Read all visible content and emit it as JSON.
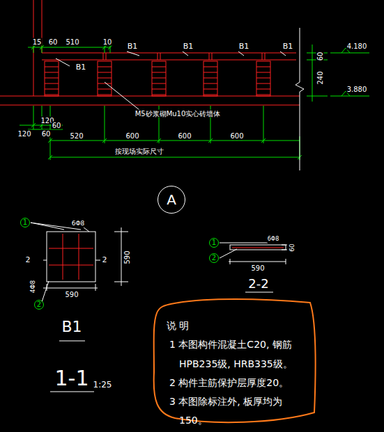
{
  "diagram": {
    "nodes": [
      {
        "text": [
          "A"
        ]
      },
      {
        "text": [
          "1"
        ]
      },
      {
        "text": [
          "2"
        ]
      },
      {
        "text": [
          "1"
        ]
      },
      {
        "text": [
          "2"
        ]
      },
      {
        "text": [
          "说  明",
          "1 本图构件混凝土C20, 钢筋HPB235级, HRB335级。",
          "2 构件主筋保护层厚度20。",
          "3 本图除标注外, 板厚均为150。"
        ]
      }
    ],
    "edges": [],
    "labels": [
      "15",
      "60",
      "510",
      "10",
      "B1",
      "B1",
      "B1",
      "B1",
      "B1",
      "M5砂浆砌Mu10实心砖墙体",
      "120",
      "120",
      "60",
      "60",
      "520",
      "600",
      "600",
      "600",
      "按现场实际尺寸",
      "60",
      "240",
      "4.180",
      "3.880",
      "6Φ8",
      "2",
      "2",
      "4Φ8",
      "590",
      "590",
      "B1",
      "1-1",
      "1:25",
      "6Φ8",
      "60",
      "590",
      "2-2"
    ]
  }
}
